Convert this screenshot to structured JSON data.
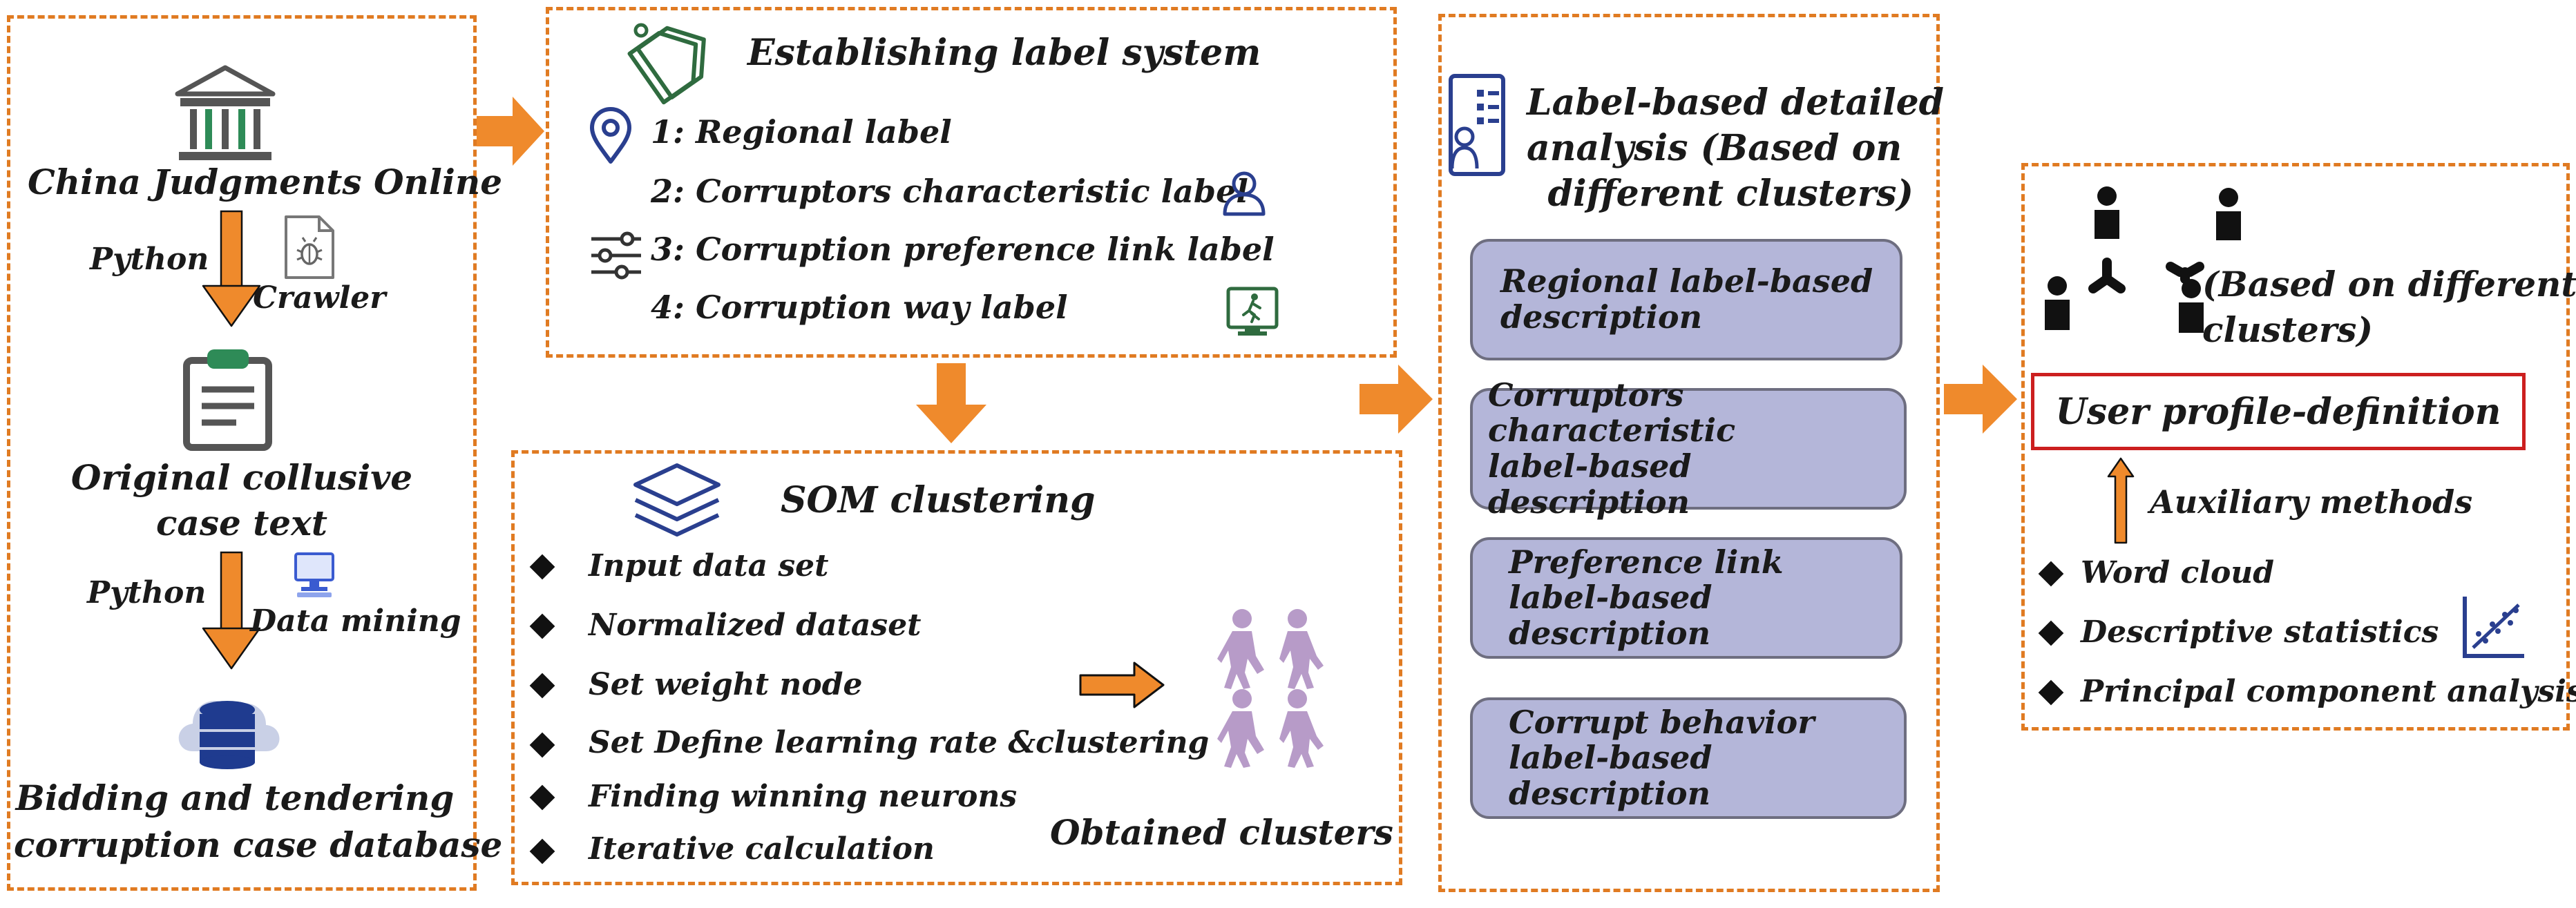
{
  "source": {
    "title": "China Judgments Online",
    "step1_tool": "Python",
    "step1_method": "Crawler",
    "intermediate": [
      "Original collusive",
      "case text"
    ],
    "step2_tool": "Python",
    "step2_method": "Data mining",
    "output": [
      "Bidding and tendering",
      "corruption case database"
    ]
  },
  "label_system": {
    "title": "Establishing label system",
    "items": [
      "1: Regional label",
      "2: Corruptors characteristic label",
      "3: Corruption preference link label",
      "4: Corruption way label"
    ]
  },
  "som": {
    "title": "SOM clustering",
    "steps": [
      "Input data set",
      "Normalized dataset",
      "Set weight node",
      "Set Define learning rate &clustering",
      "Finding winning neurons",
      "Iterative calculation"
    ],
    "result": "Obtained  clusters"
  },
  "analysis": {
    "title_lines": [
      "Label-based detailed",
      "analysis  (Based on",
      "different clusters)"
    ],
    "descriptions": [
      [
        "Regional label-based",
        "description"
      ],
      [
        "Corruptors characteristic",
        "label-based description"
      ],
      [
        "Preference link",
        "label-based description"
      ],
      [
        "Corrupt behavior",
        "label-based description"
      ]
    ]
  },
  "profile": {
    "note_lines": [
      "(Based on  different",
      "clusters)"
    ],
    "definition": "User  profile-definition",
    "aux_label": "Auxiliary methods",
    "methods": [
      "Word cloud",
      "Descriptive statistics",
      "Principal component analysis"
    ]
  },
  "colors": {
    "dashed_border": "#e07b22",
    "flow_arrow": "#ef8a2c",
    "pill_fill": "#b4b6d9",
    "definition_border": "#cc1f1f",
    "icon_blue": "#2a3f8f",
    "icon_green": "#2f6b3f",
    "people_purple": "#b79bc8"
  }
}
